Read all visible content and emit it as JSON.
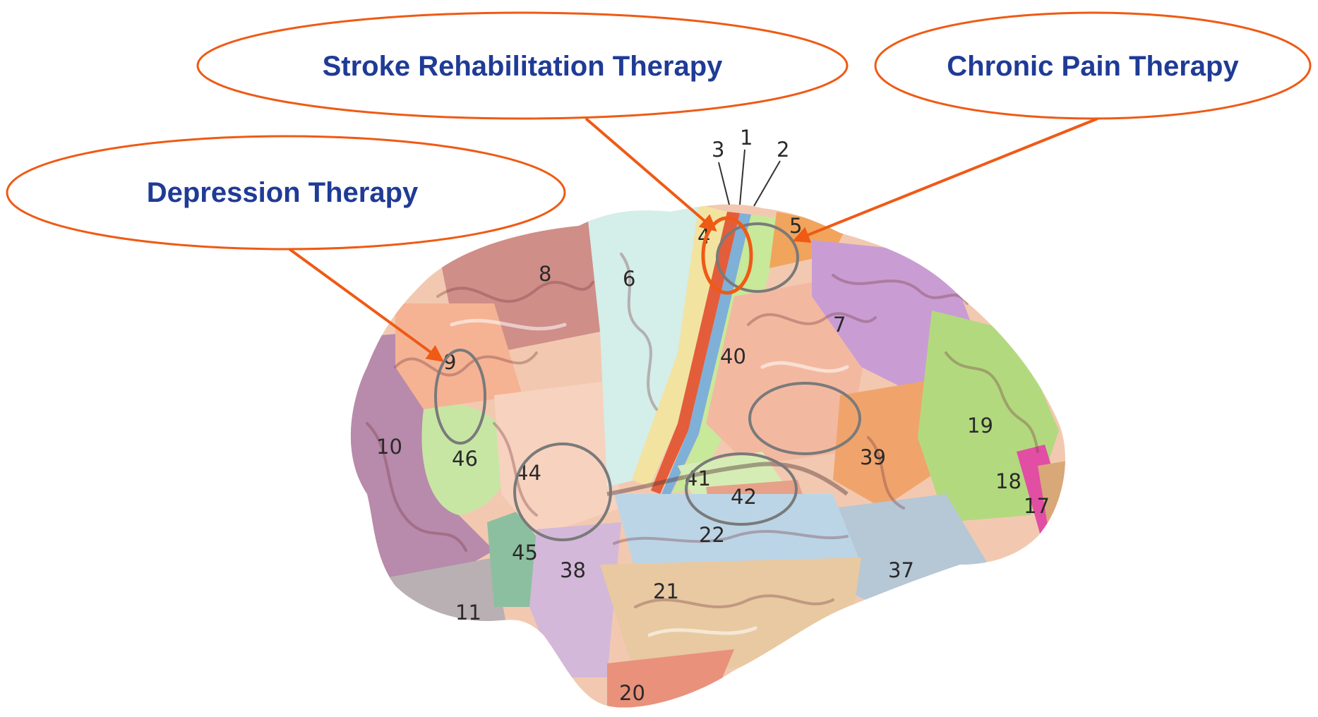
{
  "callouts": {
    "stroke": "Stroke Rehabilitation Therapy",
    "pain": "Chronic Pain Therapy",
    "depression": "Depression Therapy"
  },
  "brodmann_areas": [
    "1",
    "2",
    "3",
    "4",
    "5",
    "6",
    "7",
    "8",
    "9",
    "10",
    "11",
    "17",
    "18",
    "19",
    "20",
    "21",
    "22",
    "37",
    "38",
    "39",
    "40",
    "41",
    "42",
    "44",
    "45",
    "46"
  ],
  "colors": {
    "callout_outline": "#ef5a14",
    "callout_text": "#1f3b96",
    "target_ring": "#7a7a7a"
  },
  "icons": [
    "arrow-icon",
    "ellipse-marker-icon"
  ]
}
